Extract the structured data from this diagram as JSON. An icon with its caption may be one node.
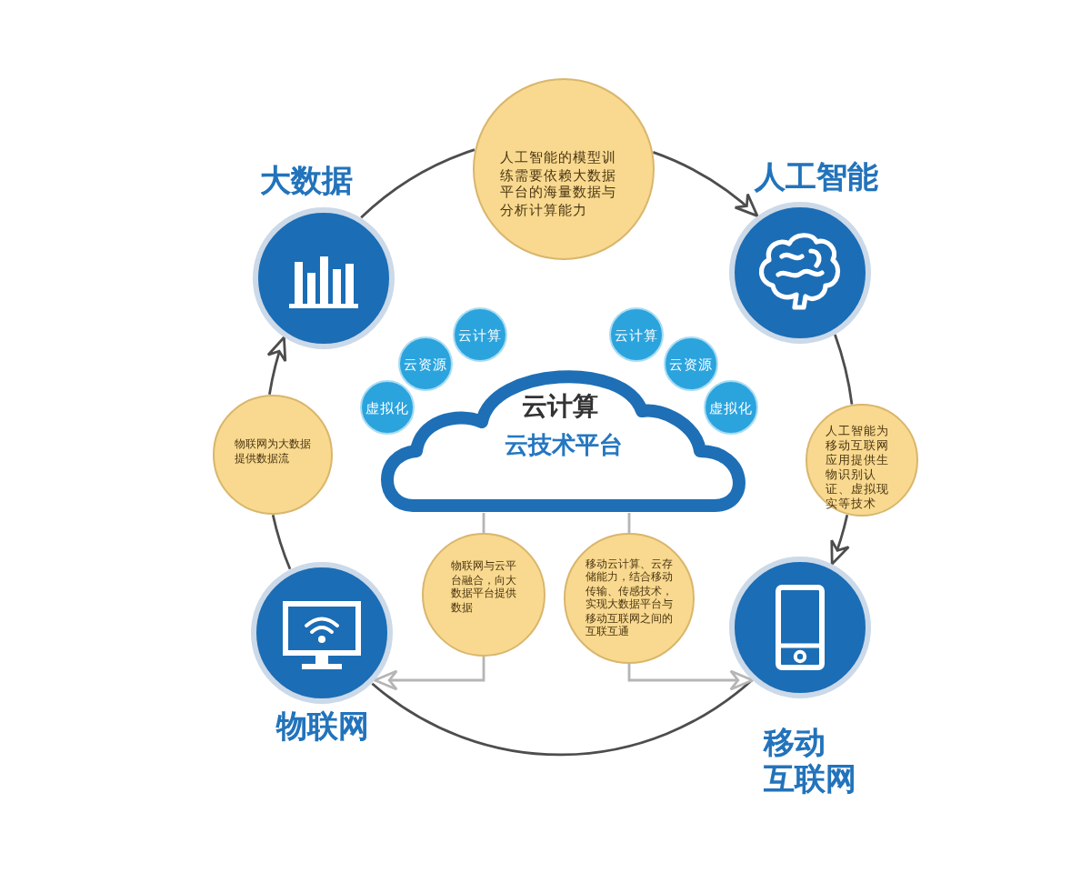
{
  "diagram": {
    "nodes": [
      {
        "text": [
          "大数据"
        ]
      },
      {
        "text": [
          "人工智能的模型训练需要依赖大数据平台的海量数据与分析计算能力"
        ]
      },
      {
        "text": [
          "人工智能"
        ]
      },
      {
        "text": [
          "云计算"
        ]
      },
      {
        "text": [
          "云资源"
        ]
      },
      {
        "text": [
          "虚拟化"
        ]
      },
      {
        "text": [
          "云计算"
        ]
      },
      {
        "text": [
          "云资源"
        ]
      },
      {
        "text": [
          "虚拟化"
        ]
      },
      {
        "text": [
          "物联网为大数据提供数据流"
        ]
      },
      {
        "text": [
          "云计算",
          "云技术平台"
        ]
      },
      {
        "text": [
          "人工智能为移动互联网应用提供生物识别认证、虚拟现实等技术"
        ]
      },
      {
        "text": [
          "物联网与云平台融合，向大数据平台提供数据"
        ]
      },
      {
        "text": [
          "移动云计算、云存储能力，结合移动传输、传感技术，实现大数据平台与移动互联网之间的互联互通"
        ]
      },
      {
        "text": [
          "物联网"
        ]
      },
      {
        "text": [
          "移动互联网"
        ]
      }
    ],
    "edges": [
      {
        "from": 0,
        "to": 1,
        "arrow": "none"
      },
      {
        "from": 1,
        "to": 2,
        "arrow": "to"
      },
      {
        "from": 2,
        "to": 11,
        "arrow": "none"
      },
      {
        "from": 11,
        "to": 15,
        "arrow": "to"
      },
      {
        "from": 14,
        "to": 9,
        "arrow": "none"
      },
      {
        "from": 9,
        "to": 0,
        "arrow": "to"
      },
      {
        "from": 14,
        "to": 15,
        "arrow": "none"
      },
      {
        "from": 10,
        "to": 12,
        "arrow": "none",
        "color": "#b5b5b5"
      },
      {
        "from": 12,
        "to": 14,
        "arrow": "to",
        "color": "#b5b5b5"
      },
      {
        "from": 10,
        "to": 13,
        "arrow": "none",
        "color": "#b5b5b5"
      },
      {
        "from": 13,
        "to": 15,
        "arrow": "to",
        "color": "#b5b5b5"
      }
    ]
  }
}
